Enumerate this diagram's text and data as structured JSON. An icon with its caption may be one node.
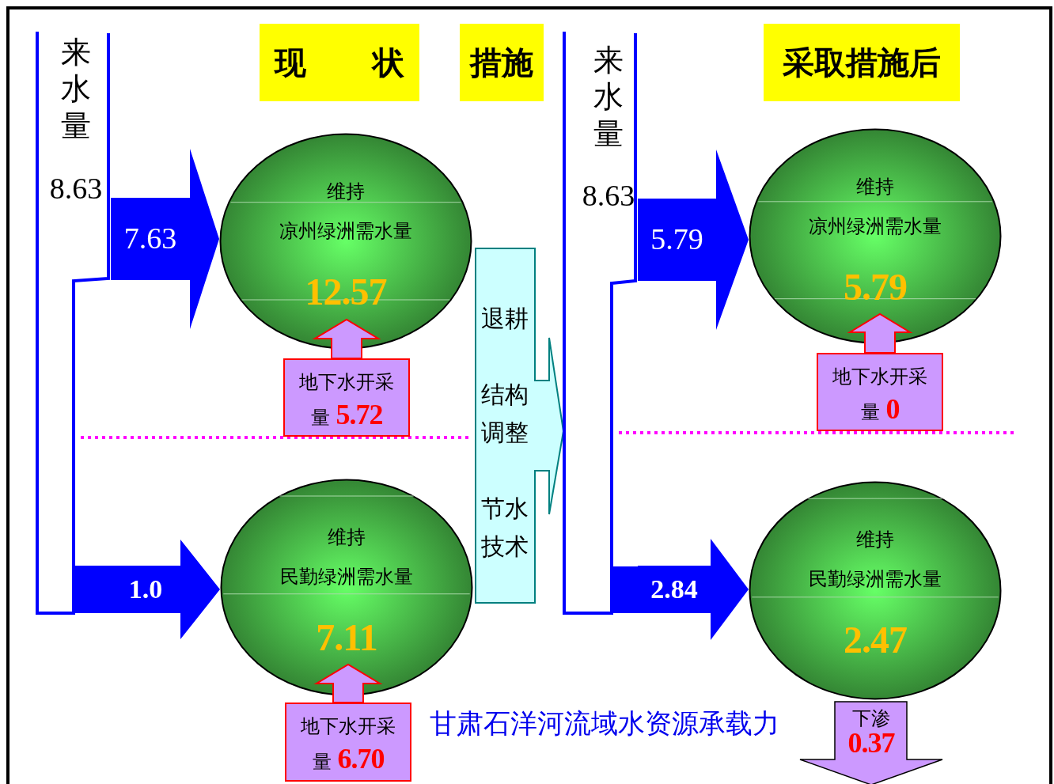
{
  "diagram": {
    "caption": "甘肃石洋河流域水资源承载力",
    "nodes": [
      {
        "text": [
          "现 状"
        ]
      },
      {
        "text": [
          "措施"
        ]
      },
      {
        "text": [
          "采取措施后"
        ]
      },
      {
        "text": [
          "来水量",
          "8.63"
        ]
      },
      {
        "text": [
          "维持",
          "凉州绿洲需水量",
          "12.57"
        ]
      },
      {
        "text": [
          "地下水开采量",
          "5.72"
        ]
      },
      {
        "text": [
          "维持",
          "民勤绿洲需水量",
          "7.11"
        ]
      },
      {
        "text": [
          "地下水开采量",
          "6.70"
        ]
      },
      {
        "text": [
          "退耕",
          "结构调整",
          "节水技术"
        ]
      },
      {
        "text": [
          "来水量",
          "8.63"
        ]
      },
      {
        "text": [
          "维持",
          "凉州绿洲需水量",
          "5.79"
        ]
      },
      {
        "text": [
          "地下水开采量",
          "0"
        ]
      },
      {
        "text": [
          "维持",
          "民勤绿洲需水量",
          "2.47"
        ]
      },
      {
        "text": [
          "下渗",
          "0.37"
        ]
      }
    ],
    "edges": [
      {
        "from": 3,
        "to": 4,
        "arrow": "to",
        "label": "7.63"
      },
      {
        "from": 3,
        "to": 6,
        "arrow": "to",
        "label": "1.0"
      },
      {
        "from": 5,
        "to": 4,
        "arrow": "to",
        "color": "#cc99ff"
      },
      {
        "from": 7,
        "to": 6,
        "arrow": "to",
        "color": "#cc99ff"
      },
      {
        "from": 9,
        "to": 10,
        "arrow": "to",
        "label": "5.79"
      },
      {
        "from": 9,
        "to": 12,
        "arrow": "to",
        "label": "2.84"
      },
      {
        "from": 11,
        "to": 10,
        "arrow": "to",
        "color": "#cc99ff"
      }
    ]
  }
}
